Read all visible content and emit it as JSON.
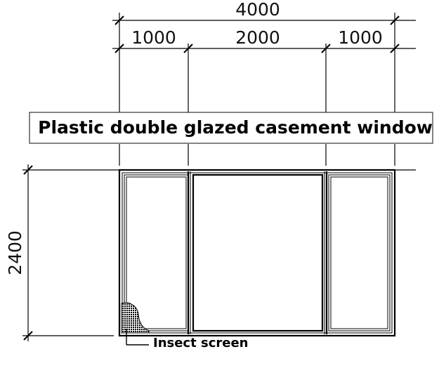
{
  "drawing": {
    "title": "Plastic double glazed casement window",
    "callout_label": "Insect screen"
  },
  "dimensions": {
    "overall_width": "4000",
    "left_panel_width": "1000",
    "center_panel_width": "2000",
    "right_panel_width": "1000",
    "overall_height": "2400"
  },
  "colors": {
    "line": "#000000",
    "text": "#111111",
    "background": "#ffffff",
    "title_box_border": "#333333"
  }
}
